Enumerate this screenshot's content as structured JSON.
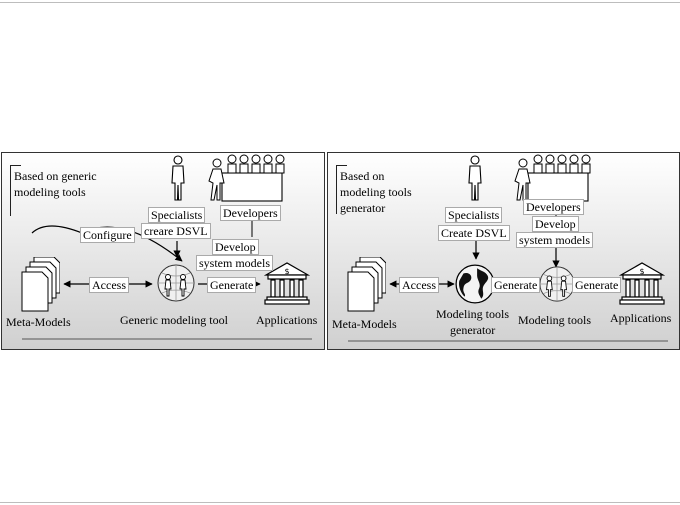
{
  "left": {
    "title_lines": [
      "Based on generic",
      "modeling tools"
    ],
    "specialists": "Specialists",
    "creare": "creare DSVL",
    "developers": "Developers",
    "configure": "Configure",
    "develop_lines": [
      "Develop",
      "system models"
    ],
    "access": "Access",
    "generate": "Generate",
    "meta_models": "Meta-Models",
    "tool": "Generic modeling tool",
    "applications": "Applications"
  },
  "right": {
    "title_lines": [
      "Based on",
      "modeling tools",
      "generator"
    ],
    "specialists": "Specialists",
    "create": "Create DSVL",
    "developers": "Developers",
    "develop_lines": [
      "Develop",
      "system models"
    ],
    "access": "Access",
    "generate1": "Generate",
    "generate2": "Generate",
    "meta_models": "Meta-Models",
    "generator_lines": [
      "Modeling tools",
      "generator"
    ],
    "tools": "Modeling tools",
    "applications": "Applications"
  },
  "icons": [
    "person-icon",
    "audience-icon",
    "document-stack-icon",
    "globe-icon",
    "bank-icon"
  ]
}
